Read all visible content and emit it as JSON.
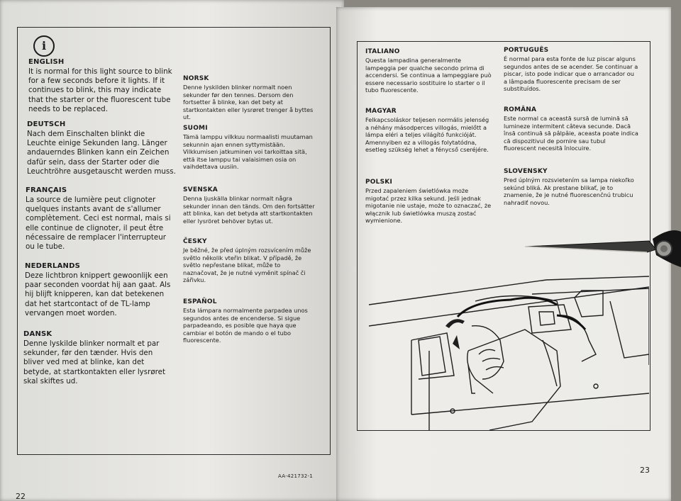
{
  "left": {
    "icon": "info-icon",
    "sections": [
      {
        "id": "english",
        "heading": "ENGLISH",
        "text": "It is normal for this light source to blink for a few seconds before it lights. If it continues to blink, this may indicate that the starter or the fluorescent tube needs to be replaced."
      },
      {
        "id": "deutsch",
        "heading": "DEUTSCH",
        "text": "Nach dem Einschalten blinkt die Leuchte einige Sekunden lang. Länger andauerndes Blinken kann ein Zeichen dafür sein, dass der Starter oder die Leuchtröhre ausgetauscht werden muss."
      },
      {
        "id": "francais",
        "heading": "FRANÇAIS",
        "text": "La source de lumière peut clignoter quelques instants avant de s'allumer complètement. Ceci est normal, mais si elle continue de clignoter, il peut être nécessaire de remplacer l'interrupteur ou le tube."
      },
      {
        "id": "nederlands",
        "heading": "NEDERLANDS",
        "text": "Deze lichtbron knippert gewoonlijk een paar seconden voordat hij aan gaat. Als hij blijft knipperen, kan dat betekenen dat het startcontact of de TL-lamp vervangen moet worden."
      },
      {
        "id": "dansk",
        "heading": "DANSK",
        "text": "Denne lyskilde blinker normalt et par sekunder, før den tænder. Hvis den bliver ved med at blinke, kan det betyde, at startkontakten eller lysrøret skal skiftes ud."
      },
      {
        "id": "norsk",
        "heading": "NORSK",
        "text": "Denne lyskilden blinker normalt noen sekunder før den tennes. Dersom den fortsetter å blinke, kan det bety at startkontakten eller lysrøret trenger å byttes ut."
      },
      {
        "id": "suomi",
        "heading": "SUOMI",
        "text": "Tämä lamppu vilkkuu normaalisti muutaman sekunnin ajan ennen syttymistään. Vilkkumisen jatkuminen voi tarkoittaa sitä, että itse lamppu tai valaisimen osia on vaihdettava uusiin."
      },
      {
        "id": "svenska",
        "heading": "SVENSKA",
        "text": "Denna ljuskälla blinkar normalt några sekunder innan den tänds. Om den fortsätter att blinka, kan det betyda att startkontakten eller lysröret behöver bytas ut."
      },
      {
        "id": "cesky",
        "heading": "ČESKY",
        "text": "Je běžné, že před úplným rozsvícením může světlo několik vteřin blikat. V případě, že světlo nepřestane blikat, může to naznačovat, že je nutné vyměnit spínač či zářivku."
      },
      {
        "id": "espanol",
        "heading": "ESPAÑOL",
        "text": "Esta lámpara normalmente parpadea unos segundos antes de encenderse. Si sigue parpadeando, es posible que haya que cambiar el botón de mando o el tubo fluorescente."
      }
    ],
    "code": "AA-421732-1",
    "page_number": "22"
  },
  "right": {
    "sections": [
      {
        "id": "italiano",
        "heading": "ITALIANO",
        "text": "Questa lampadina generalmente lampeggia per qualche secondo prima di accendersi. Se continua a lampeggiare può essere necessario sostituire lo starter o il tubo fluorescente."
      },
      {
        "id": "magyar",
        "heading": "MAGYAR",
        "text": "Felkapcsoláskor teljesen normális jelenség a néhány másodperces villogás, mielőtt a lámpa eléri a teljes világító funkcióját. Amennyiben ez a villogás folytatódna, esetleg szükség lehet a fénycső cseréjére."
      },
      {
        "id": "polski",
        "heading": "POLSKI",
        "text": "Przed zapaleniem świetlówka może migotać przez kilka sekund. Jeśli jednak migotanie nie ustaje, może to oznaczać, że włącznik lub świetlówka muszą zostać wymienione."
      },
      {
        "id": "portugues",
        "heading": "PORTUGUÊS",
        "text": "É normal para esta fonte de luz piscar alguns segundos antes de se acender. Se continuar a piscar, isto pode indicar que o arrancador ou a lâmpada fluorescente precisam de ser substituídos."
      },
      {
        "id": "romana",
        "heading": "ROMÂNA",
        "text": "Este normal ca această sursă de lumină să lumineze intermitent câteva secunde. Dacă însă continuă să pâlpâie, aceasta poate indica că dispozitivul de pornire sau tubul fluorescent necesită înlocuire."
      },
      {
        "id": "slovensky",
        "heading": "SLOVENSKY",
        "text": "Pred úplným rozsvietením sa lampa niekoľko sekúnd bliká. Ak prestane blikať, je to znamenie, že je nutné fluorescenčnú trubicu nahradiť novou."
      }
    ],
    "illustration": "starter-replacement-illustration",
    "page_number": "23"
  },
  "colors": {
    "paper": "#e9e8e4",
    "ink": "#1c1c1c",
    "background": "#8a8680"
  }
}
